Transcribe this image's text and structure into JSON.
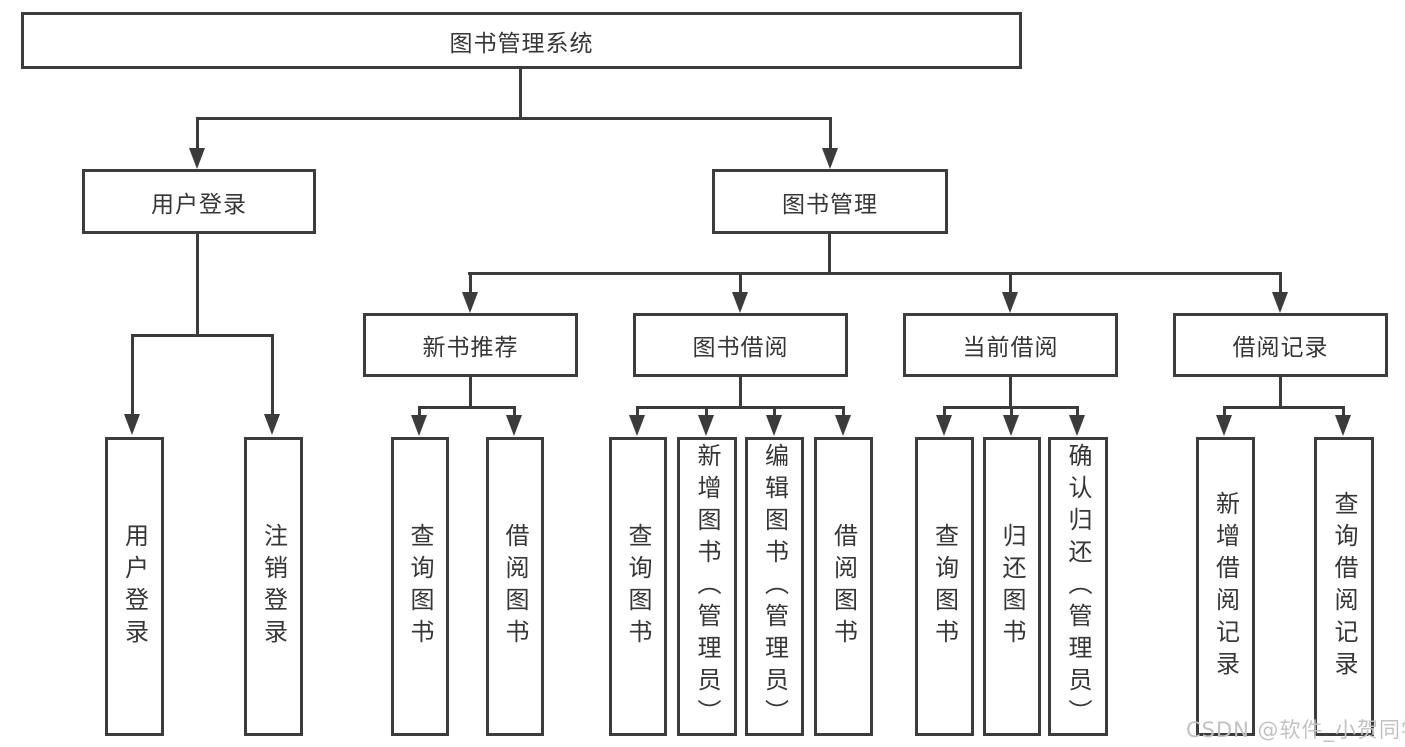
{
  "diagram": {
    "root": "图书管理系统",
    "branches": [
      {
        "label": "用户登录",
        "children": [
          "用户登录",
          "注销登录"
        ]
      },
      {
        "label": "图书管理",
        "children": [
          {
            "label": "新书推荐",
            "children": [
              "查询图书",
              "借阅图书"
            ]
          },
          {
            "label": "图书借阅",
            "children": [
              "查询图书",
              "新增图书（管理员）",
              "编辑图书（管理员）",
              "借阅图书"
            ]
          },
          {
            "label": "当前借阅",
            "children": [
              "查询图书",
              "归还图书",
              "确认归还（管理员）"
            ]
          },
          {
            "label": "借阅记录",
            "children": [
              "新增借阅记录",
              "查询借阅记录"
            ]
          }
        ]
      }
    ]
  },
  "colors": {
    "line": "#3b3b3b",
    "text": "#363636",
    "watermark_text": "#c2c2c2"
  },
  "watermark": "CSDN @软件_小贺同学"
}
